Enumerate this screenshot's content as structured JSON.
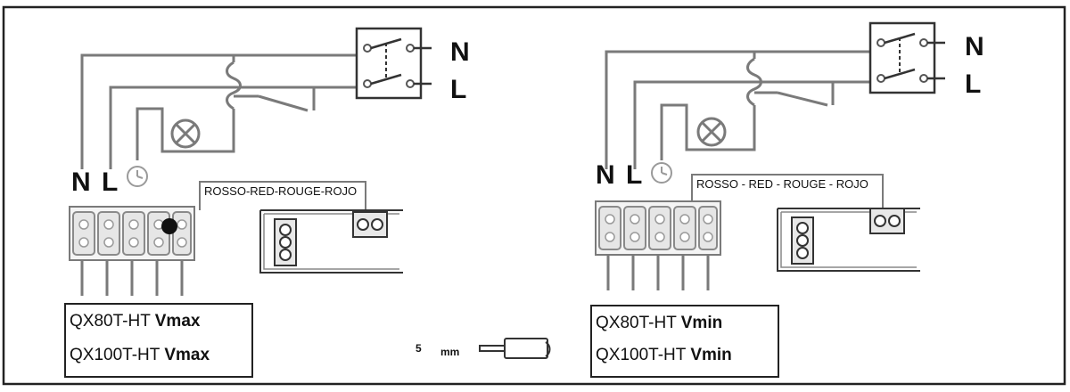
{
  "colors": {
    "line": "#7a7a7a",
    "ink": "#111111",
    "frame": "#222222"
  },
  "icons": [
    "lamp-icon",
    "clock-icon",
    "switch-icon",
    "wire-strip-icon"
  ],
  "left": {
    "switch_n": "N",
    "switch_l": "L",
    "block_n": "N",
    "block_l": "L",
    "wire_label": "ROSSO-RED-ROUGE-ROJO",
    "model_1": "QX80T-HT",
    "model_1_suffix": "Vmax",
    "model_2": "QX100T-HT",
    "model_2_suffix": "Vmax"
  },
  "right": {
    "switch_n": "N",
    "switch_l": "L",
    "block_n": "N",
    "block_l": "L",
    "wire_label": "ROSSO - RED - ROUGE - ROJO",
    "model_1": "QX80T-HT",
    "model_1_suffix": "Vmin",
    "model_2": "QX100T-HT",
    "model_2_suffix": "Vmin"
  },
  "strip": {
    "length": "5",
    "unit": "mm"
  }
}
